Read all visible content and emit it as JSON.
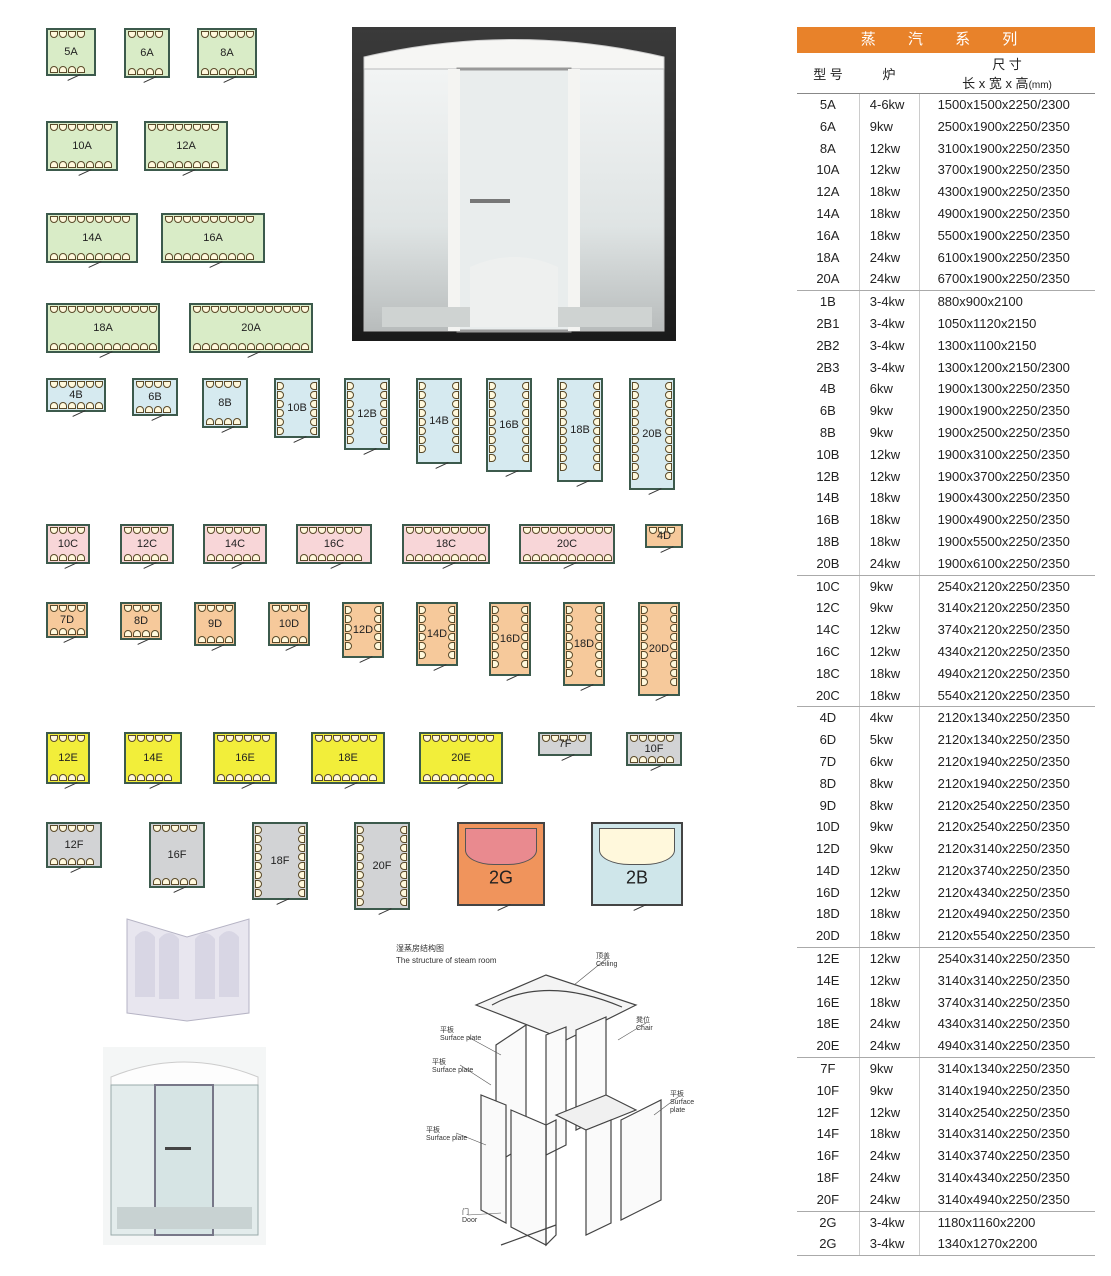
{
  "table": {
    "title": "蒸 汽 系 列",
    "col_model": "型 号",
    "col_stove": "炉",
    "col_size_top": "尺 寸",
    "col_size_bottom": "长 x 宽 x 高",
    "col_size_unit": "(mm)",
    "groups": [
      [
        [
          "5A",
          "4-6kw",
          "1500x1500x2250/2300"
        ],
        [
          "6A",
          "9kw",
          "2500x1900x2250/2350"
        ],
        [
          "8A",
          "12kw",
          "3100x1900x2250/2350"
        ],
        [
          "10A",
          "12kw",
          "3700x1900x2250/2350"
        ],
        [
          "12A",
          "18kw",
          "4300x1900x2250/2350"
        ],
        [
          "14A",
          "18kw",
          "4900x1900x2250/2350"
        ],
        [
          "16A",
          "18kw",
          "5500x1900x2250/2350"
        ],
        [
          "18A",
          "24kw",
          "6100x1900x2250/2350"
        ],
        [
          "20A",
          "24kw",
          "6700x1900x2250/2350"
        ]
      ],
      [
        [
          "1B",
          "3-4kw",
          "880x900x2100"
        ],
        [
          "2B1",
          "3-4kw",
          "1050x1120x2150"
        ],
        [
          "2B2",
          "3-4kw",
          "1300x1100x2150"
        ],
        [
          "2B3",
          "3-4kw",
          "1300x1200x2150/2300"
        ],
        [
          "4B",
          "6kw",
          "1900x1300x2250/2350"
        ],
        [
          "6B",
          "9kw",
          "1900x1900x2250/2350"
        ],
        [
          "8B",
          "9kw",
          "1900x2500x2250/2350"
        ],
        [
          "10B",
          "12kw",
          "1900x3100x2250/2350"
        ],
        [
          "12B",
          "12kw",
          "1900x3700x2250/2350"
        ],
        [
          "14B",
          "18kw",
          "1900x4300x2250/2350"
        ],
        [
          "16B",
          "18kw",
          "1900x4900x2250/2350"
        ],
        [
          "18B",
          "18kw",
          "1900x5500x2250/2350"
        ],
        [
          "20B",
          "24kw",
          "1900x6100x2250/2350"
        ]
      ],
      [
        [
          "10C",
          "9kw",
          "2540x2120x2250/2350"
        ],
        [
          "12C",
          "9kw",
          "3140x2120x2250/2350"
        ],
        [
          "14C",
          "12kw",
          "3740x2120x2250/2350"
        ],
        [
          "16C",
          "12kw",
          "4340x2120x2250/2350"
        ],
        [
          "18C",
          "18kw",
          "4940x2120x2250/2350"
        ],
        [
          "20C",
          "18kw",
          "5540x2120x2250/2350"
        ]
      ],
      [
        [
          "4D",
          "4kw",
          "2120x1340x2250/2350"
        ],
        [
          "6D",
          "5kw",
          "2120x1340x2250/2350"
        ],
        [
          "7D",
          "6kw",
          "2120x1940x2250/2350"
        ],
        [
          "8D",
          "8kw",
          "2120x1940x2250/2350"
        ],
        [
          "9D",
          "8kw",
          "2120x2540x2250/2350"
        ],
        [
          "10D",
          "9kw",
          "2120x2540x2250/2350"
        ],
        [
          "12D",
          "9kw",
          "2120x3140x2250/2350"
        ],
        [
          "14D",
          "12kw",
          "2120x3740x2250/2350"
        ],
        [
          "16D",
          "12kw",
          "2120x4340x2250/2350"
        ],
        [
          "18D",
          "18kw",
          "2120x4940x2250/2350"
        ],
        [
          "20D",
          "18kw",
          "2120x5540x2250/2350"
        ]
      ],
      [
        [
          "12E",
          "12kw",
          "2540x3140x2250/2350"
        ],
        [
          "14E",
          "12kw",
          "3140x3140x2250/2350"
        ],
        [
          "16E",
          "18kw",
          "3740x3140x2250/2350"
        ],
        [
          "18E",
          "24kw",
          "4340x3140x2250/2350"
        ],
        [
          "20E",
          "24kw",
          "4940x3140x2250/2350"
        ]
      ],
      [
        [
          "7F",
          "9kw",
          "3140x1340x2250/2350"
        ],
        [
          "10F",
          "9kw",
          "3140x1940x2250/2350"
        ],
        [
          "12F",
          "12kw",
          "3140x2540x2250/2350"
        ],
        [
          "14F",
          "18kw",
          "3140x3140x2250/2350"
        ],
        [
          "16F",
          "24kw",
          "3140x3740x2250/2350"
        ],
        [
          "18F",
          "24kw",
          "3140x4340x2250/2350"
        ],
        [
          "20F",
          "24kw",
          "3140x4940x2250/2350"
        ]
      ],
      [
        [
          "2G",
          "3-4kw",
          "1180x1160x2200"
        ],
        [
          "2G",
          "3-4kw",
          "1340x1270x2200"
        ]
      ]
    ]
  },
  "floorplans": [
    {
      "id": "5A",
      "color": "#d9ecc7"
    },
    {
      "id": "6A",
      "color": "#d9ecc7"
    },
    {
      "id": "8A",
      "color": "#d9ecc7"
    },
    {
      "id": "10A",
      "color": "#d9ecc7"
    },
    {
      "id": "12A",
      "color": "#d9ecc7"
    },
    {
      "id": "14A",
      "color": "#d9ecc7"
    },
    {
      "id": "16A",
      "color": "#d9ecc7"
    },
    {
      "id": "18A",
      "color": "#d9ecc7"
    },
    {
      "id": "20A",
      "color": "#d9ecc7"
    },
    {
      "id": "4B",
      "color": "#d6eaf0"
    },
    {
      "id": "6B",
      "color": "#d6eaf0"
    },
    {
      "id": "8B",
      "color": "#d6eaf0"
    },
    {
      "id": "10B",
      "color": "#d6eaf0"
    },
    {
      "id": "12B",
      "color": "#d6eaf0"
    },
    {
      "id": "14B",
      "color": "#d6eaf0"
    },
    {
      "id": "16B",
      "color": "#d6eaf0"
    },
    {
      "id": "18B",
      "color": "#d6eaf0"
    },
    {
      "id": "20B",
      "color": "#d6eaf0"
    },
    {
      "id": "10C",
      "color": "#f8d6d8"
    },
    {
      "id": "12C",
      "color": "#f8d6d8"
    },
    {
      "id": "14C",
      "color": "#f8d6d8"
    },
    {
      "id": "16C",
      "color": "#f8d6d8"
    },
    {
      "id": "18C",
      "color": "#f8d6d8"
    },
    {
      "id": "20C",
      "color": "#f8d6d8"
    },
    {
      "id": "4D",
      "color": "#f6c99b"
    },
    {
      "id": "7D",
      "color": "#f6c99b"
    },
    {
      "id": "8D",
      "color": "#f6c99b"
    },
    {
      "id": "9D",
      "color": "#f6c99b"
    },
    {
      "id": "10D",
      "color": "#f6c99b"
    },
    {
      "id": "12D",
      "color": "#f6c99b"
    },
    {
      "id": "14D",
      "color": "#f6c99b"
    },
    {
      "id": "16D",
      "color": "#f6c99b"
    },
    {
      "id": "18D",
      "color": "#f6c99b"
    },
    {
      "id": "20D",
      "color": "#f6c99b"
    },
    {
      "id": "12E",
      "color": "#f2ee3a"
    },
    {
      "id": "14E",
      "color": "#f2ee3a"
    },
    {
      "id": "16E",
      "color": "#f2ee3a"
    },
    {
      "id": "18E",
      "color": "#f2ee3a"
    },
    {
      "id": "20E",
      "color": "#f2ee3a"
    },
    {
      "id": "7F",
      "color": "#d2d3d5"
    },
    {
      "id": "10F",
      "color": "#d2d3d5"
    },
    {
      "id": "12F",
      "color": "#d2d3d5"
    },
    {
      "id": "16F",
      "color": "#d2d3d5"
    },
    {
      "id": "18F",
      "color": "#d2d3d5"
    },
    {
      "id": "20F",
      "color": "#d2d3d5"
    },
    {
      "id": "2G",
      "color": "#f0945c"
    },
    {
      "id": "2B",
      "color": "#cfe6ea"
    }
  ],
  "structure": {
    "title_cn": "湿蒸房结构图",
    "title_en": "The structure of steam room",
    "labels": [
      {
        "cn": "顶盖",
        "en": "Ceiling"
      },
      {
        "cn": "凳位",
        "en": "Chair"
      },
      {
        "cn": "平板",
        "en": "Surface plate"
      },
      {
        "cn": "平板",
        "en": "Surface plate"
      },
      {
        "cn": "平板",
        "en": "Surface plate"
      },
      {
        "cn": "平板",
        "en": "Surface plate"
      },
      {
        "cn": "门",
        "en": "Door"
      }
    ]
  }
}
